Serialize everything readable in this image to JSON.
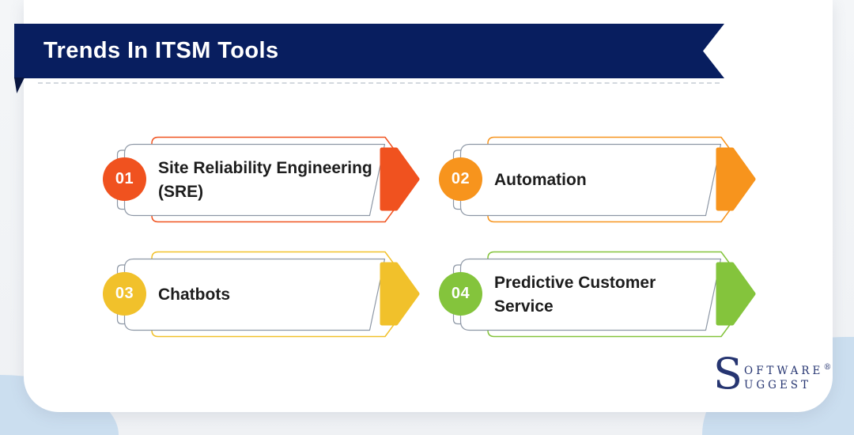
{
  "page": {
    "background_color": "#f2f4f6",
    "card_color": "#ffffff",
    "corner_accent_color": "#cbdeef"
  },
  "header": {
    "title": "Trends In ITSM Tools",
    "ribbon_color": "#081e5f",
    "title_color": "#ffffff"
  },
  "items": [
    {
      "number": "01",
      "label": "Site Reliability Engineering (SRE)",
      "color": "#F0521F"
    },
    {
      "number": "02",
      "label": "Automation",
      "color": "#F7941D"
    },
    {
      "number": "03",
      "label": "Chatbots",
      "color": "#F1C12B"
    },
    {
      "number": "04",
      "label": "Predictive Customer Service",
      "color": "#84C43C"
    }
  ],
  "logo": {
    "initial": "S",
    "word1_rest": "OFTWARE",
    "registered": "®",
    "word2_rest": "UGGEST",
    "color": "#263571"
  }
}
